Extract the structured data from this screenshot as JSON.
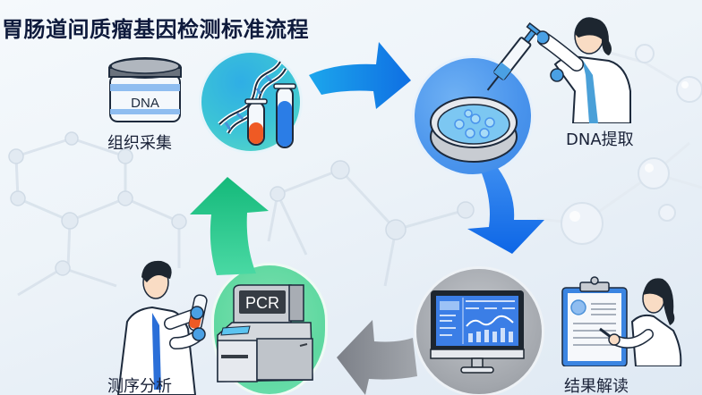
{
  "title": "胃肠道间质瘤基因检测标准流程",
  "steps": [
    {
      "id": "tissue-collection",
      "label": "组织采集",
      "icon_text": "DNA"
    },
    {
      "id": "dna-extraction",
      "label": "DNA提取"
    },
    {
      "id": "result-interpretation",
      "label": "结果解读"
    },
    {
      "id": "sequencing-analysis",
      "label": "测序分析",
      "icon_text": "PCR"
    }
  ],
  "colors": {
    "title": "#0e1a3c",
    "teal_circle": "#37b6d8",
    "blue_circle": "#4a94ec",
    "gray_circle": "#9ea3aa",
    "green_circle": "#5ed8a0",
    "arrow_blue": "#1477e8",
    "arrow_green": "#22c48a",
    "arrow_gray": "#8b8f96"
  }
}
